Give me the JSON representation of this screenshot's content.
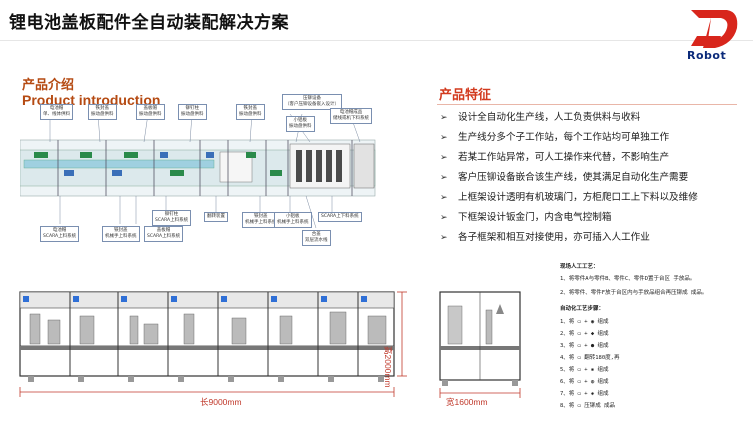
{
  "title": "锂电池盖板配件全自动装配解决方案",
  "logo": {
    "text": "Robot",
    "mark_color": "#d8261c",
    "text_color": "#0b2a7a"
  },
  "intro": {
    "title_cn": "产品介绍",
    "title_en": "Product introduction"
  },
  "features": {
    "title": "产品特征",
    "items": [
      "设计全自动化生产线，人工负责供料与收料",
      "生产线分多个子工作站，每个工作站均可单独工作",
      "若某工作站异常，可人工操作来代替，不影响生产",
      "客户压铆设备嵌合该生产线，使其满足自动化生产需要",
      "上框架设计透明有机玻璃门，方柜爬口工上下料以及维修",
      "下框架设计钣金门，内含电气控制箱",
      "各子框架和相互对接使用，亦可插入人工作业"
    ]
  },
  "diagram": {
    "callouts_top": [
      "电池帽\n单、线体供料",
      "铁封盖\n振动盘供料",
      "盖板帽\n振动盘供料",
      "铆钉柱\n振动盘供料",
      "铁封盖\n振动盘供料",
      "压铆设备\n（客户压铆设备嵌入设计）",
      "小铝板\n振动盘供料",
      "电池帽成品\n储线或机下料系统"
    ],
    "callouts_bottom": [
      "电池帽\nSCARA上料系统",
      "铁封盖\n机械手上料系统",
      "盖板帽\nSCARA上料系统",
      "铆钉柱\nSCARA上料系统",
      "翻转装置",
      "铁封盖\n机械手上料系统",
      "小铝板\n机械手上料系统",
      "SCARA上下料系统",
      "合盖\n双层流水线"
    ],
    "dimensions": {
      "length": "长9000mm",
      "height": "高2000mm",
      "width": "宽1600mm"
    }
  },
  "process": {
    "manual_title": "现场人工工艺：",
    "manual_steps": [
      "1、将零件A与零件B、零件C、零件D置于台区 手放品。",
      "2、将零件、零件F放于台区内与手放品组合再压铆成 成品。"
    ],
    "auto_title": "自动化工艺步骤：",
    "auto_steps": [
      "1、将",
      "2、将",
      "3、将",
      "4、将",
      "5、将",
      "6、将",
      "7、将",
      "8、将"
    ],
    "auto_suffix": [
      "组成",
      "组成",
      "组成",
      "翻转180度,再",
      "组成",
      "组成",
      "组成",
      "压铆成 成品"
    ]
  }
}
